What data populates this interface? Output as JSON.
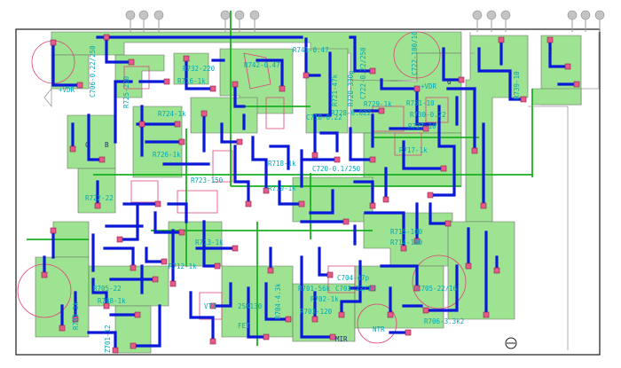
{
  "colors": {
    "copper": "#9ee391",
    "track": "#0a18d8",
    "jumper": "#18b020",
    "silkscreen": "#e0407a",
    "label": "#00a8b4",
    "pad": "#e65a8a"
  },
  "labels": {
    "c706": "C706-0.22/250",
    "r725": "R725-220",
    "vdr_left": "+VDR",
    "c722": "C722-100/10",
    "vdr_right": "+VDR",
    "r732": "R732-220",
    "r716": "R716-1k",
    "r742": "R742-0.47",
    "r741": "R741-0.47",
    "r721": "R721-47k",
    "r720": "R720-330p",
    "c722b": "C722-0.22/250",
    "c718": "C718-0.22",
    "r739": "R739-10",
    "r728": "R728-0.022",
    "r729": "R729-1k",
    "r731": "R731-10",
    "r730": "R730-0.22",
    "r727": "R727-10",
    "r724": "R724-1k",
    "r717": "R717-1k",
    "r726": "R726-1k",
    "r722": "R722-22",
    "r723": "R723-150",
    "c720": "C720-0.1/250",
    "r718": "R718-1k",
    "r719": "R719-1k",
    "r715": "R715-100",
    "r714": "R714-100",
    "r713": "R713-1k",
    "r712": "R712-1k",
    "c704": "C704-47p",
    "c705": "C705-22/16",
    "r706": "R706-3.3k2",
    "r701": "R701-56k",
    "c703": "C703-22/16",
    "r702": "R702-1k",
    "r703": "R703-120",
    "r704": "R704-4.3k",
    "r705": "R705-22",
    "r708": "R708-1k",
    "r709": "R709-1k",
    "z701": "Z701-12",
    "q701": "2SK130",
    "fet": "FET",
    "mir": "MIR",
    "ntr": "NTR",
    "vt3": "VT3",
    "c": "C",
    "b": "B",
    "e": "E",
    "g": "G"
  }
}
